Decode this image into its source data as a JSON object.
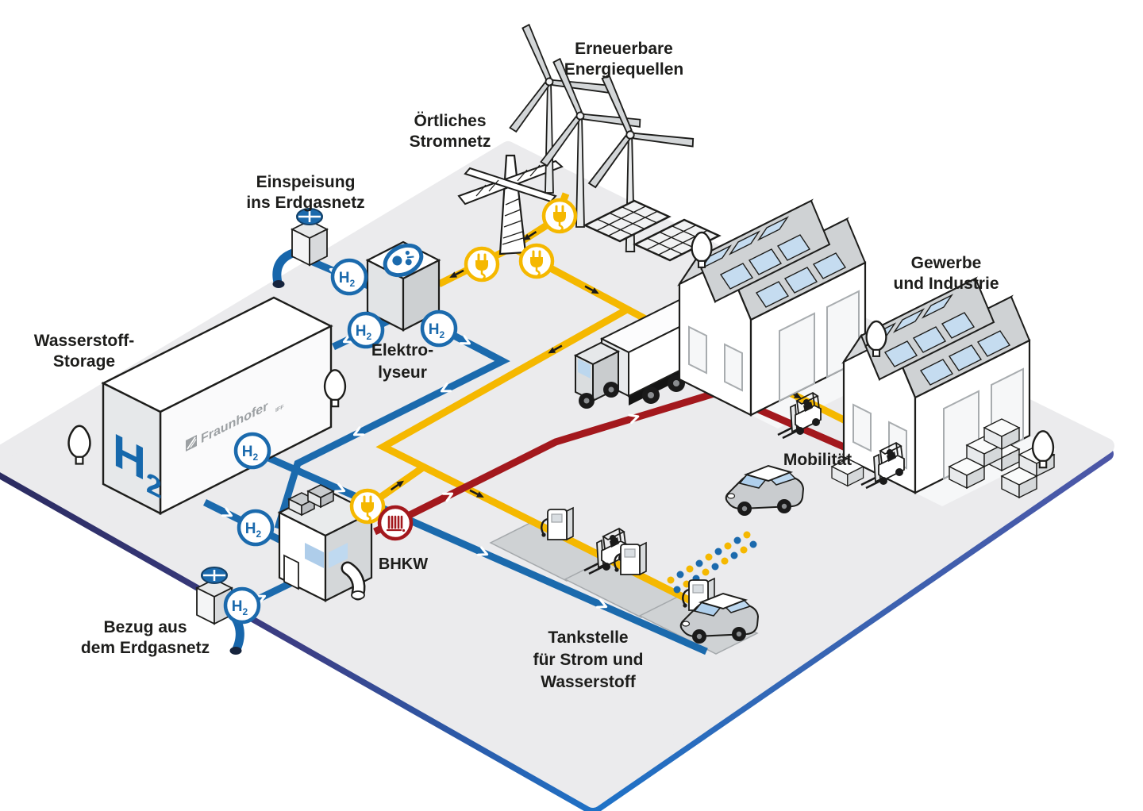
{
  "diagram": {
    "labels": {
      "renewables_1": "Erneuerbare",
      "renewables_2": "Energiequellen",
      "grid_1": "Örtliches",
      "grid_2": "Stromnetz",
      "feedin_1": "Einspeisung",
      "feedin_2": "ins Erdgasnetz",
      "storage_1": "Wasserstoff-",
      "storage_2": "Storage",
      "electrolyzer_1": "Elektro-",
      "electrolyzer_2": "lyseur",
      "chp": "BHKW",
      "supply_1": "Bezug aus",
      "supply_2": "dem Erdgasnetz",
      "industry_1": "Gewerbe",
      "industry_2": "und Industrie",
      "mobility": "Mobilität",
      "station_1": "Tankstelle",
      "station_2": "für Strom und",
      "station_3": "Wasserstoff"
    },
    "badges": {
      "h2_main": "H",
      "h2_sub": "2"
    },
    "storage_marking": {
      "h2_main": "H",
      "h2_sub": "2",
      "brand": "Fraunhofer",
      "brand_sub": "IFF"
    },
    "icons": {
      "plug_badge": "power-plug in yellow circle",
      "heat_badge": "radiator in dark-red circle",
      "h2_badge": "H2 in blue circle",
      "electrolyzer_badge": "molecules in blue circle"
    },
    "colors": {
      "hydrogen_blue": "#1B6AAD",
      "electricity_yellow": "#F5B800",
      "heat_red": "#A3181D",
      "platform": "#EBEBED",
      "edge_navy": "#2B2B60",
      "edge_bright_blue": "#1E72C7",
      "edge_purple": "#4C56A6",
      "outline": "#1D1D1B",
      "skylight_blue": "#C5DCF0"
    }
  }
}
